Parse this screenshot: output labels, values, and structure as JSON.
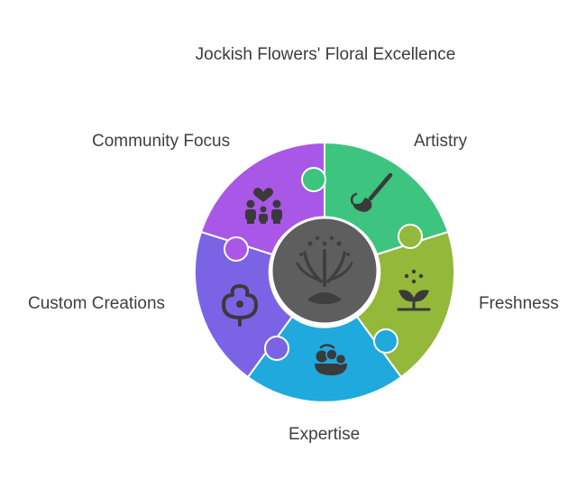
{
  "title": "Jockish Flowers' Floral Excellence",
  "segments": [
    {
      "label": "Artistry",
      "color": "#3dc47e",
      "icon": "paintbrush-icon"
    },
    {
      "label": "Freshness",
      "color": "#93b83a",
      "icon": "sprouting-plant-icon"
    },
    {
      "label": "Expertise",
      "color": "#1fa9dc",
      "icon": "flower-basket-icon"
    },
    {
      "label": "Custom Creations",
      "color": "#7b63e6",
      "icon": "flower-bud-icon"
    },
    {
      "label": "Community Focus",
      "color": "#a957e6",
      "icon": "family-heart-icon"
    }
  ],
  "center": {
    "color": "#5e5e5e",
    "icon": "fountain-icon"
  }
}
